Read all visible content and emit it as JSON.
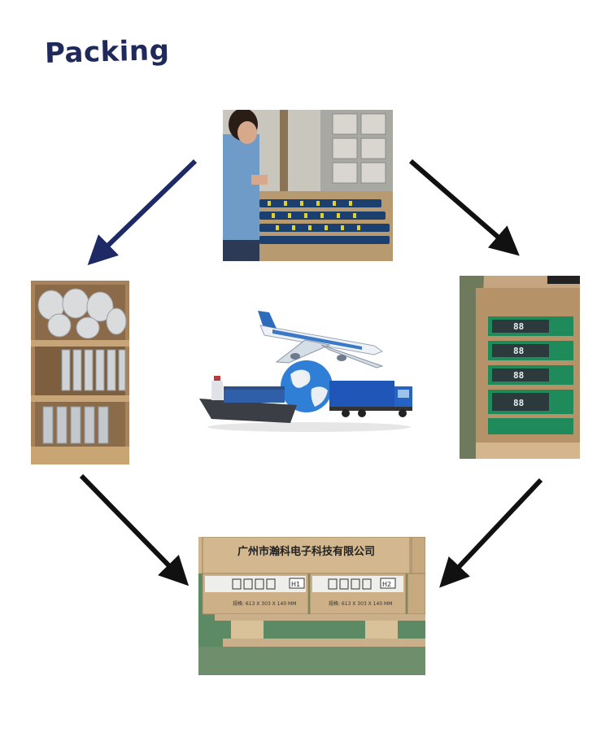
{
  "header": {
    "title": "Packing"
  },
  "steps": [
    {
      "id": "assembly",
      "icon": "factory-worker-photo"
    },
    {
      "id": "bagging",
      "icon": "bagged-boards-photo"
    },
    {
      "id": "boxing",
      "icon": "boxed-displays-photo"
    },
    {
      "id": "shipping",
      "icon": "transport-photo"
    },
    {
      "id": "palletizing",
      "icon": "pallet-cartons-photo"
    }
  ],
  "carton": {
    "company": "广州市瀚科电子科技有限公司",
    "label_1": "H1",
    "label_2": "H2",
    "spec_1": "规格: 613 X 303 X 140 MM",
    "spec_2": "规格: 613 X 303 X 140 MM"
  },
  "display": {
    "digits": "88"
  },
  "colors": {
    "title": "#1f2a5a",
    "arrow_navy": "#1e2a66",
    "arrow_black": "#111111"
  }
}
